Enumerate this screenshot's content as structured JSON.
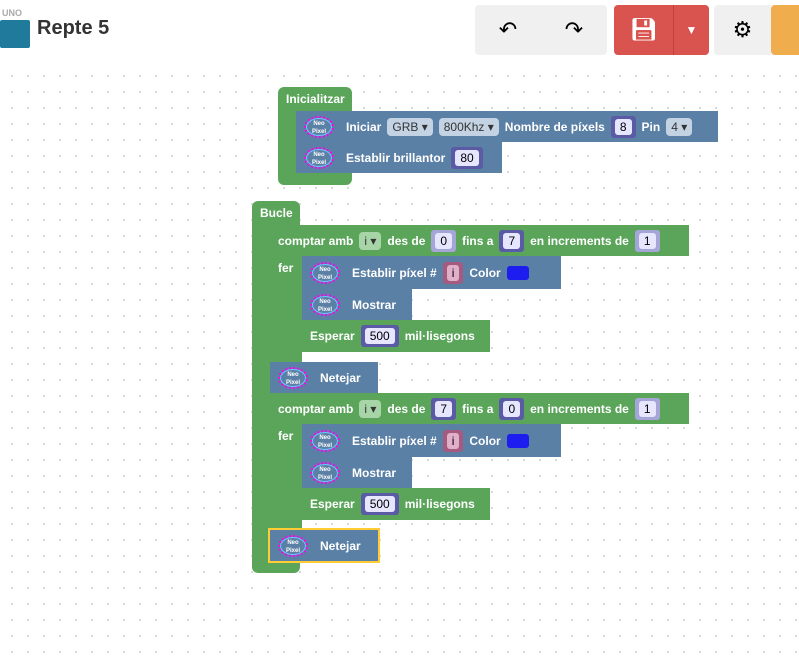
{
  "header": {
    "board": "UNO",
    "title": "Repte 5",
    "undo": "undo-icon",
    "redo": "redo-icon",
    "save": "save-icon",
    "settings": "gear-icon"
  },
  "colors": {
    "green": "#5ba55b",
    "blue": "#5b80a5",
    "save": "#d9534f",
    "orange": "#f0ad4e",
    "pixel_color": "#1d1df0"
  },
  "neo": {
    "l1": "Neo",
    "l2": "Pixel"
  },
  "init": {
    "label": "Inicialitzar",
    "start": "Iniciar",
    "order": "GRB",
    "freq": "800Khz",
    "count_label": "Nombre de píxels",
    "count": "8",
    "pin_label": "Pin",
    "pin": "4",
    "bright_label": "Establir brillantor",
    "bright": "80"
  },
  "loop": {
    "label": "Bucle",
    "do": "fer",
    "count_with": "comptar amb",
    "var": "i",
    "from": "des de",
    "to": "fins a",
    "by": "en increments de",
    "set_pixel": "Establir píxel #",
    "color": "Color",
    "show": "Mostrar",
    "wait": "Esperar",
    "ms": "mil·lisegons",
    "wait_val": "500",
    "clear": "Netejar",
    "loops": [
      {
        "from": "0",
        "to": "7",
        "by": "1"
      },
      {
        "from": "7",
        "to": "0",
        "by": "1"
      }
    ]
  }
}
